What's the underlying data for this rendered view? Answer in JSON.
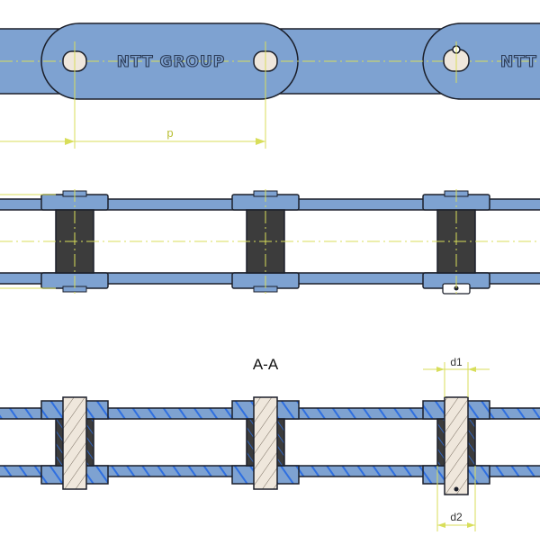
{
  "top_view": {
    "brand_text": "NTT GROUP",
    "brand_text_cut": "NTT",
    "pitch_label": "p"
  },
  "section_view": {
    "title": "A-A",
    "d1_label": "d1",
    "d2_label": "d2"
  },
  "colors": {
    "plate": "#7ea2d1",
    "plate_dark": "#5f83b6",
    "outline": "#1b1f2a",
    "roller": "#3c3c3c",
    "pin": "#efe7dc",
    "centerline": "#d8de5a",
    "hatch_blue": "#2f6fe0"
  }
}
